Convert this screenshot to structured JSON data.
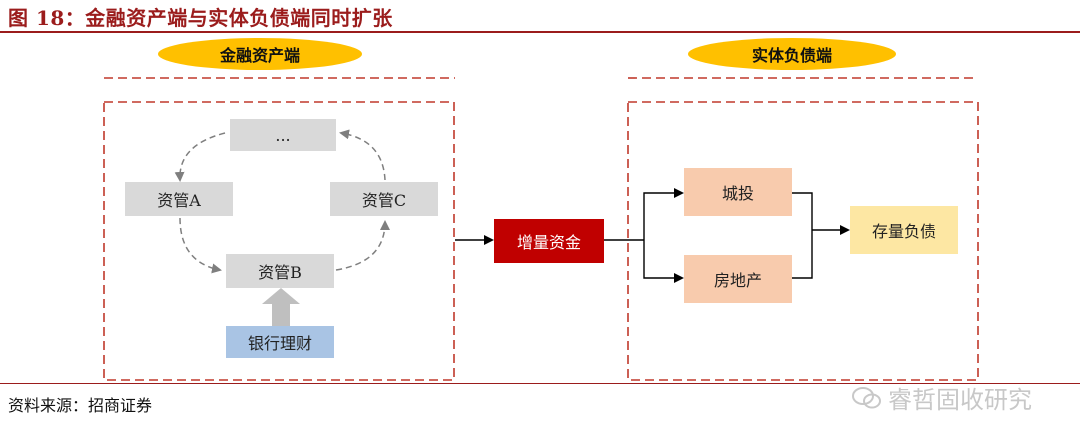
{
  "title": "图 18：金融资产端与实体负债端同时扩张",
  "source": "资料来源：招商证券",
  "watermark": "睿哲固收研究",
  "left_header": "金融资产端",
  "right_header": "实体负债端",
  "nodes": {
    "top": "...",
    "a": "资管A",
    "c": "资管C",
    "b": "资管B",
    "bank": "银行理财",
    "incr": "增量资金",
    "chengtou": "城投",
    "realestate": "房地产",
    "stock_debt": "存量负债"
  },
  "colors": {
    "title": "#9b1c1c",
    "oval": "#ffc000",
    "incr": "#c00000",
    "grey": "#d9d9d9",
    "blue": "#a9c4e4",
    "peach": "#f8cbad",
    "cream": "#fde7a3",
    "dash": "#c0392b"
  }
}
